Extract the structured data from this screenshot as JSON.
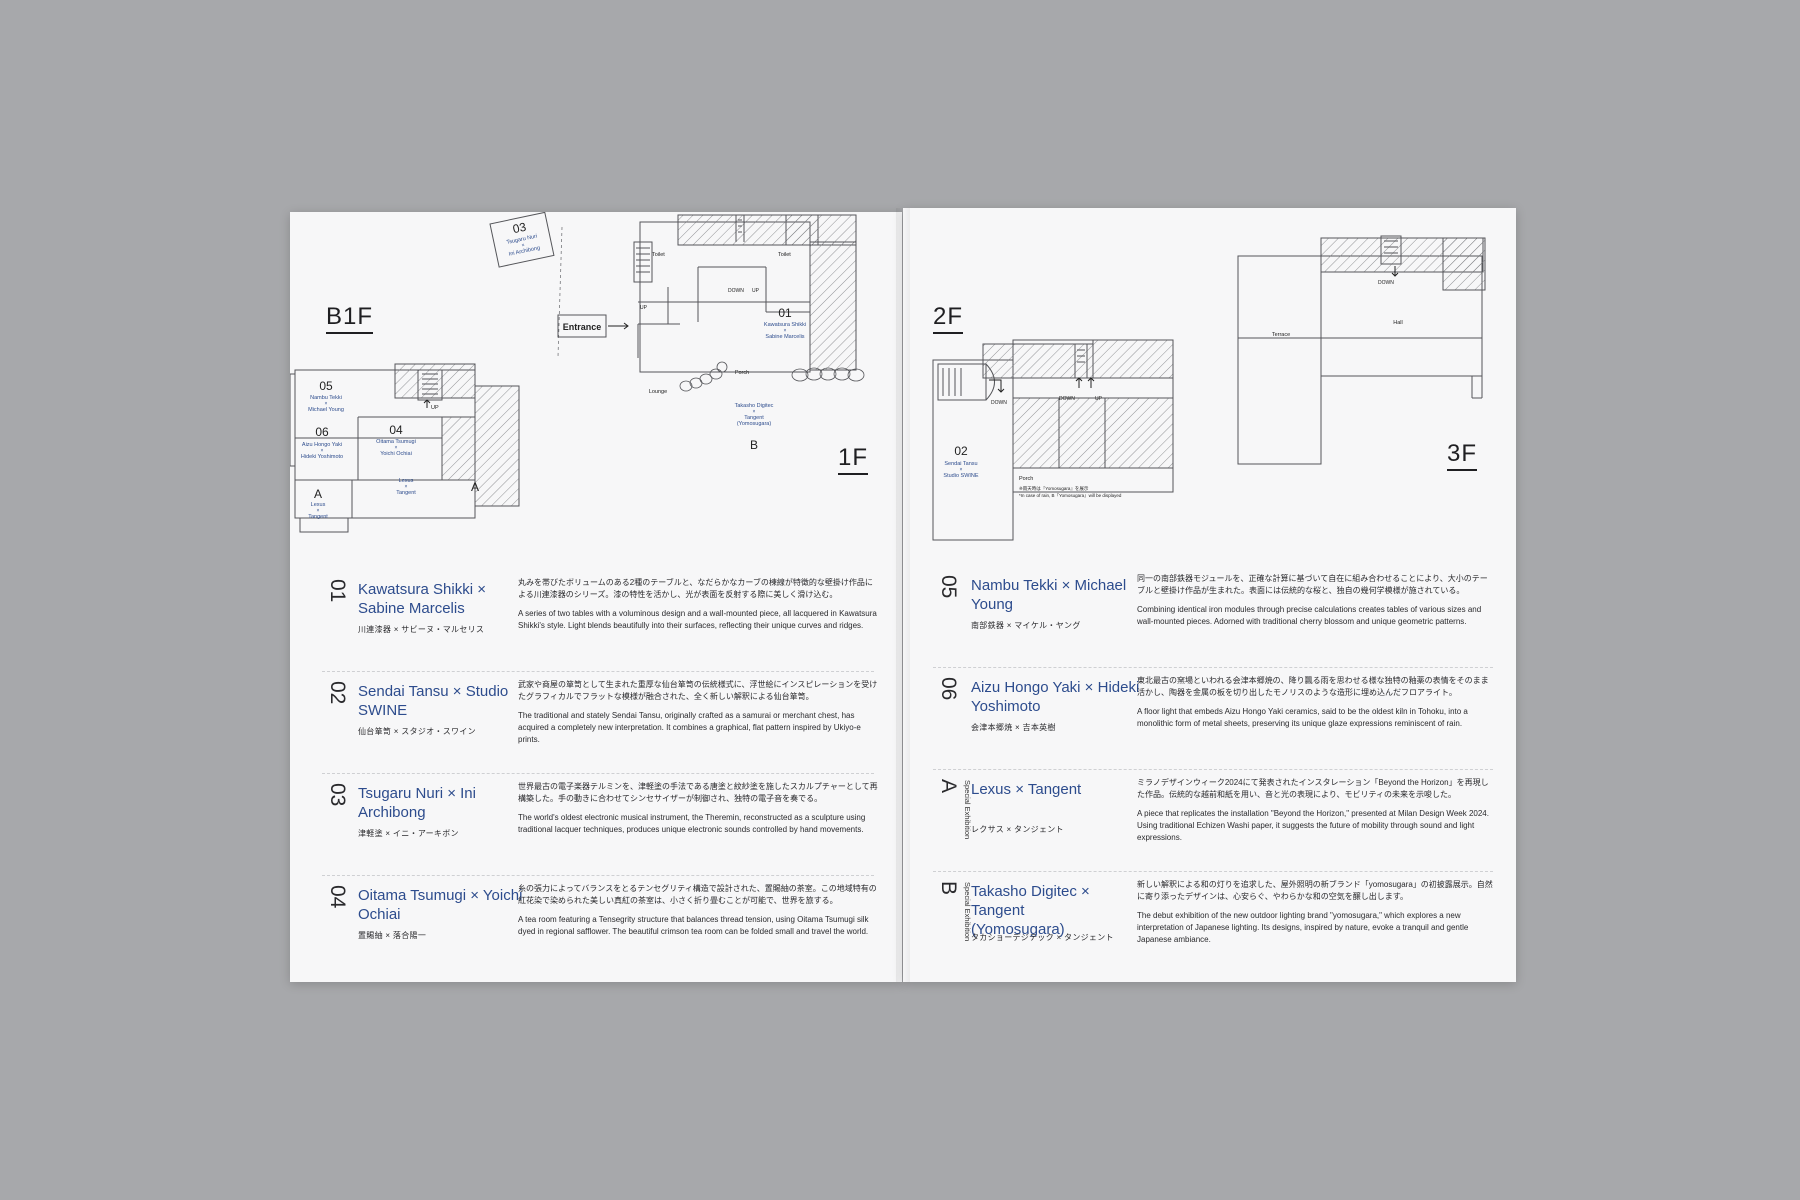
{
  "floors": {
    "b1f": "B1F",
    "f1": "1F",
    "f2": "2F",
    "f3": "3F"
  },
  "plan_labels": {
    "b1f_05_num": "05",
    "b1f_05_a": "Nambu Tekki",
    "b1f_05_x": "×",
    "b1f_05_b": "Michael Young",
    "b1f_06_num": "06",
    "b1f_06_a": "Aizu Hongo Yaki",
    "b1f_06_x": "×",
    "b1f_06_b": "Hideki Yoshimoto",
    "b1f_04_num": "04",
    "b1f_04_a": "Oitama Tsumugi",
    "b1f_04_x": "×",
    "b1f_04_b": "Yoichi Ochiai",
    "b1f_a_letter": "A",
    "b1f_a_a": "Lexus",
    "b1f_a_x": "×",
    "b1f_a_b": "Tangent",
    "b1f_a2_a": "Lexus",
    "b1f_a2_x": "×",
    "b1f_a2_b": "Tangent",
    "b1f_a2_letter": "A",
    "b1f_up": "UP",
    "f1_03_num": "03",
    "f1_03_a": "Tsugaru Nuri",
    "f1_03_x": "×",
    "f1_03_b": "Ini Archibong",
    "f1_entrance": "Entrance",
    "f1_toilet1": "Toilet",
    "f1_toilet2": "Toilet",
    "f1_down": "DOWN",
    "f1_up1": "UP",
    "f1_up2": "UP",
    "f1_01_num": "01",
    "f1_01_a": "Kawatsura Shikki",
    "f1_01_x": "×",
    "f1_01_b": "Sabine Marcelis",
    "f1_porch": "Porch",
    "f1_lounge": "Lounge",
    "f1_b_a": "Takasho Digitec",
    "f1_b_x": "×",
    "f1_b_b": "Tangent",
    "f1_b_c": "(Yomosugara)",
    "f1_b_letter": "B",
    "f2_down1": "DOWN",
    "f2_down2": "DOWN",
    "f2_up": "UP",
    "f2_02_num": "02",
    "f2_02_a": "Sendai Tansu",
    "f2_02_x": "×",
    "f2_02_b": "Studio SWINE",
    "f2_porch": "Porch",
    "f2_porch_note1": "※雨天時は『Yomosugara』を展示",
    "f2_porch_note2": "*In case of rain, B『Yomosugara』will be displayed",
    "f3_down": "DOWN",
    "f3_terrace": "Terrace",
    "f3_hall": "Hall"
  },
  "left_entries": [
    {
      "num": "01",
      "title": "Kawatsura Shikki × Sabine Marcelis",
      "jp_name": "川連漆器 × サビーヌ・マルセリス",
      "desc_jp": "丸みを帯びたボリュームのある2種のテーブルと、なだらかなカーブの棟線が特徴的な壁掛け作品による川連漆器のシリーズ。漆の特性を活かし、光が表面を反射する際に美しく滑け込む。",
      "desc_en": "A series of two tables with a voluminous design and a wall-mounted piece, all lacquered in Kawatsura Shikki's style. Light blends beautifully into their surfaces, reflecting their unique curves and ridges."
    },
    {
      "num": "02",
      "title": "Sendai Tansu × Studio SWINE",
      "jp_name": "仙台箪笥 × スタジオ・スワイン",
      "desc_jp": "武家や商屋の箪笥として生まれた重厚な仙台箪笥の伝統様式に、浮世絵にインスピレーションを受けたグラフィカルでフラットな模様が融合された、全く新しい解釈による仙台箪笥。",
      "desc_en": "The traditional and stately Sendai Tansu, originally crafted as a samurai or merchant chest, has acquired a completely new interpretation. It combines a graphical, flat pattern inspired by Ukiyo-e prints."
    },
    {
      "num": "03",
      "title": "Tsugaru Nuri × Ini Archibong",
      "jp_name": "津軽塗 × イニ・アーキボン",
      "desc_jp": "世界最古の電子楽器テルミンを、津軽塗の手法である唐塗と紋紗塗を施したスカルプチャーとして再構築した。手の動きに合わせてシンセサイザーが制御され、独特の電子音を奏でる。",
      "desc_en": "The world's oldest electronic musical instrument, the Theremin, reconstructed as a sculpture using traditional lacquer techniques, produces unique electronic sounds controlled by hand movements."
    },
    {
      "num": "04",
      "title": "Oitama Tsumugi × Yoichi Ochiai",
      "jp_name": "置賜紬 × 落合陽一",
      "desc_jp": "糸の張力によってバランスをとるテンセグリティ構造で設計された、置賜紬の茶室。この地域特有の紅花染で染められた美しい真紅の茶室は、小さく折り畳むことが可能で、世界を旅する。",
      "desc_en": "A tea room featuring a Tensegrity structure that balances thread tension, using Oitama Tsumugi silk dyed in regional safflower. The beautiful crimson tea room can be folded small and travel the world."
    }
  ],
  "right_entries": [
    {
      "num": "05",
      "sub": "",
      "title": "Nambu Tekki × Michael Young",
      "jp_name": "南部鉄器 × マイケル・ヤング",
      "desc_jp": "同一の南部鉄器モジュールを、正確な計算に基づいて自在に組み合わせることにより、大小のテーブルと壁掛け作品が生まれた。表面には伝統的な桜と、独自の幾何学模様が施されている。",
      "desc_en": "Combining identical iron modules through precise calculations creates tables of various sizes and wall-mounted pieces. Adorned with traditional cherry blossom and unique geometric patterns."
    },
    {
      "num": "06",
      "sub": "",
      "title": "Aizu Hongo Yaki × Hideki Yoshimoto",
      "jp_name": "会津本郷焼 × 吉本英樹",
      "desc_jp": "東北最古の窯場といわれる会津本郷焼の、降り飄る雨を思わせる様な独特の釉薬の表情をそのまま活かし、陶器を金属の板を切り出したモノリスのような造形に埋め込んだフロアライト。",
      "desc_en": "A floor light that embeds Aizu Hongo Yaki ceramics, said to be the oldest kiln in Tohoku, into a monolithic form of metal sheets, preserving its unique glaze expressions reminiscent of rain."
    },
    {
      "num": "A",
      "sub": "Special Exhibition",
      "title": "Lexus × Tangent",
      "jp_name": "レクサス × タンジェント",
      "desc_jp": "ミラノデザインウィーク2024にて発表されたインスタレーション「Beyond the Horizon」を再現した作品。伝統的な越前和紙を用い、音と光の表現により、モビリティの未来を示唆した。",
      "desc_en": "A piece that replicates the installation \"Beyond the Horizon,\" presented at Milan Design Week 2024. Using traditional Echizen Washi paper, it suggests the future of mobility through sound and light expressions."
    },
    {
      "num": "B",
      "sub": "Special Exhibition",
      "title": "Takasho Digitec × Tangent (Yomosugara)",
      "jp_name": "タカショーデジテック × タンジェント",
      "desc_jp": "新しい解釈による和の灯りを追求した、屋外照明の新ブランド「yomosugara」の初披露展示。自然に寄り添ったデザインは、心安らぐ、やわらかな和の空気を醸し出します。",
      "desc_en": "The debut exhibition of the new outdoor lighting brand \"yomosugara,\" which explores a new interpretation of Japanese lighting. Its designs, inspired by nature, evoke a tranquil and gentle Japanese ambiance."
    }
  ],
  "colors": {
    "accent_blue": "#2d4c8d",
    "ink": "#2a2a2d",
    "background": "#a7a8ab",
    "paper": "#f7f7f8"
  }
}
